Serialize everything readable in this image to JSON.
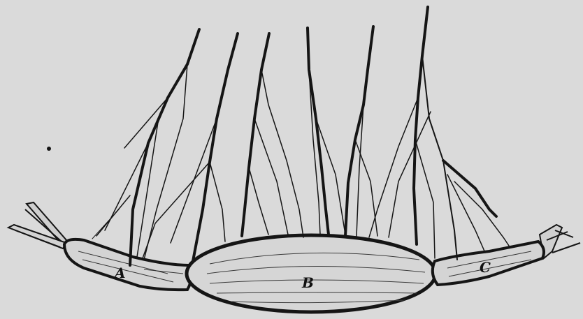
{
  "figure": {
    "labels": {
      "a": "A",
      "b": "B",
      "c": "C"
    },
    "ink_color": "#151515",
    "paper_color": "#dadada"
  }
}
